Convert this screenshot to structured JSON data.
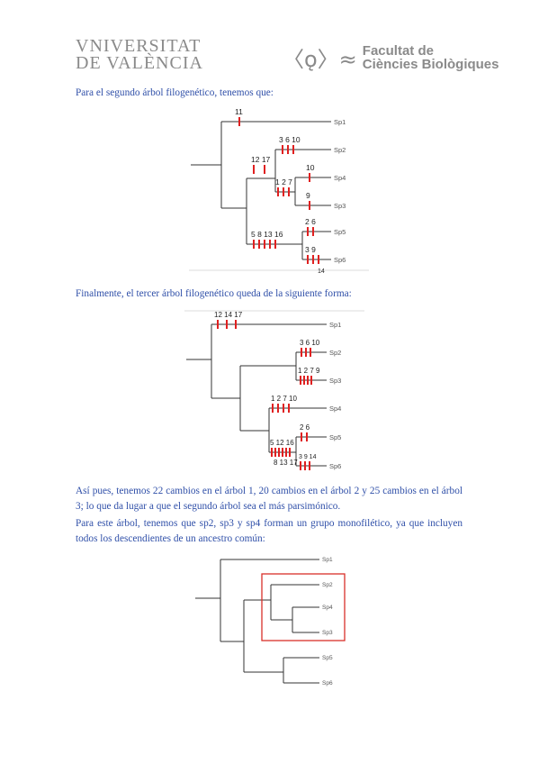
{
  "header": {
    "university_line1": "VNIVERSITAT",
    "university_line2": "DE VALÈNCIA",
    "faculty_icon": "dna-molecule-icon",
    "faculty_line1": "Facultat de",
    "faculty_line2": "Ciències Biològiques"
  },
  "text": {
    "p1": "Para el segundo árbol filogenético, tenemos que:",
    "p2": "Finalmente, el tercer árbol filogenético queda de la siguiente forma:",
    "p3": "Así pues, tenemos 22 cambios en el árbol 1, 20 cambios en el árbol 2 y 25 cambios en el árbol 3; lo que da lugar a que el segundo árbol sea el más parsimónico.",
    "p4": "Para este árbol, tenemos que sp2, sp3 y sp4 forman un grupo monofilético, ya que incluyen todos los descendientes de un ancestro común:"
  },
  "tree2": {
    "species": [
      "Sp1",
      "Sp2",
      "Sp4",
      "Sp3",
      "Sp5",
      "Sp6"
    ],
    "changes": [
      "11",
      "3 6 10",
      "12 17",
      "10",
      "1 2 7",
      "9",
      "5 8 13 16",
      "2 6",
      "3 9",
      "14"
    ]
  },
  "tree3": {
    "species": [
      "Sp1",
      "Sp2",
      "Sp3",
      "Sp4",
      "Sp5",
      "Sp6"
    ],
    "changes": [
      "12 14 17",
      "3 6 10",
      "1 2 7 9",
      "1 2 7 10",
      "2 6",
      "5 12 16",
      "8 13 17",
      "3 9 14"
    ]
  },
  "tree4": {
    "species": [
      "Sp1",
      "Sp2",
      "Sp4",
      "Sp3",
      "Sp5",
      "Sp6"
    ]
  },
  "colors": {
    "text": "#2f4fa8",
    "mark": "#e02020",
    "highlight": "#d9302a"
  }
}
